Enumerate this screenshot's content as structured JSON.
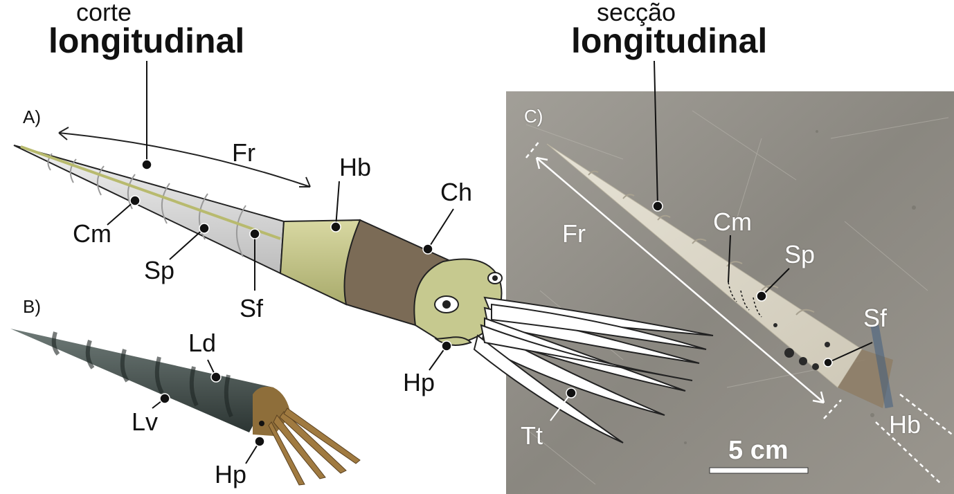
{
  "titles": {
    "left_small": "corte",
    "left_large": "longitudinal",
    "right_small": "secção",
    "right_large": "longitudinal"
  },
  "panels": {
    "a": "A)",
    "b": "B)",
    "c": "C)"
  },
  "labels": {
    "fr_a": "Fr",
    "hb_a": "Hb",
    "ch": "Ch",
    "cm_a": "Cm",
    "sp_a": "Sp",
    "sf_a": "Sf",
    "hp_a": "Hp",
    "ld": "Ld",
    "lv": "Lv",
    "hp_b": "Hp",
    "fr_c": "Fr",
    "cm_c": "Cm",
    "sp_c": "Sp",
    "sf_c": "Sf",
    "hb_c": "Hb",
    "tt": "Tt"
  },
  "scale_bar": "5 cm",
  "colors": {
    "phragmocone": "#d9d9d9",
    "body_chamber": "#c8c88a",
    "hood": "#7a6a55",
    "head": "#c6c98f",
    "tentacles": "#ffffff",
    "rock": "#8f8c86"
  }
}
